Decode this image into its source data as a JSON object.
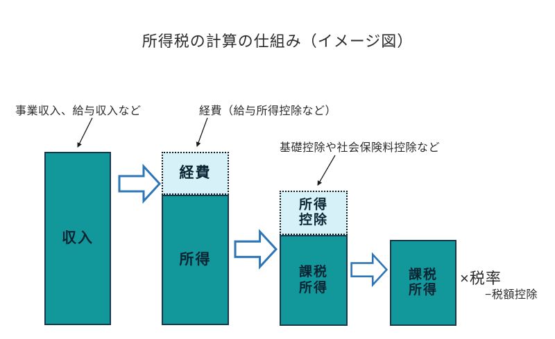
{
  "title": "所得税の計算の仕組み（イメージ図）",
  "annotations": {
    "income_source": "事業収入、給与収入など",
    "expense": "経費（給与所得控除など）",
    "deduction": "基礎控除や社会保険料控除など"
  },
  "bars": [
    {
      "name": "income",
      "segments": [
        {
          "label": "収入",
          "style": "solid"
        }
      ]
    },
    {
      "name": "expense-over-income",
      "segments": [
        {
          "label": "経費",
          "style": "dotted"
        },
        {
          "label": "所得",
          "style": "solid"
        }
      ]
    },
    {
      "name": "deduction-over-taxable",
      "segments": [
        {
          "label": "所得\n控除",
          "style": "dotted"
        },
        {
          "label": "課税\n所得",
          "style": "solid"
        }
      ]
    },
    {
      "name": "taxable-income",
      "segments": [
        {
          "label": "課税\n所得",
          "style": "solid"
        }
      ]
    }
  ],
  "formula": {
    "tax_rate": "×税率",
    "tax_credit": "−税額控除"
  },
  "colors": {
    "bar_fill": "#12989B",
    "bar_border": "#16374E",
    "deduction_fill": "#D6F2F8",
    "dotted_border": "#1A1A1A",
    "arrow_stroke": "#2E75B6",
    "bar_text": "#0B2433",
    "label_text": "#2B2B2B"
  }
}
